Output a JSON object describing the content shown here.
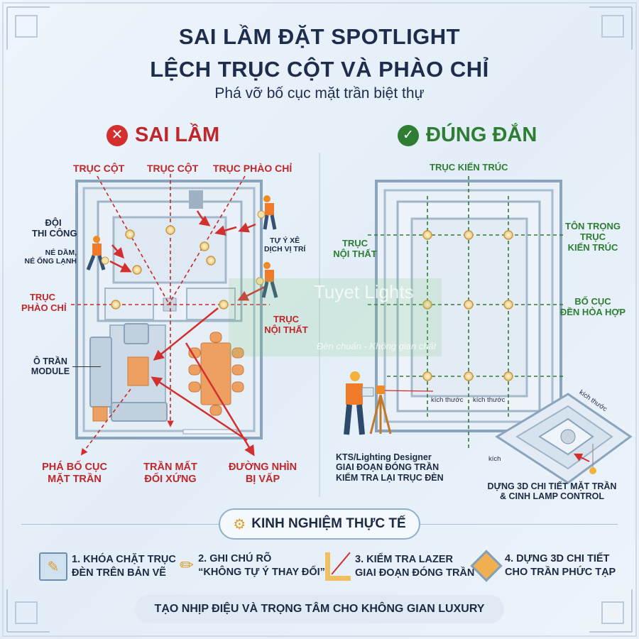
{
  "title": {
    "line1": "SAI LẦM ĐẶT SPOTLIGHT",
    "line2": "LỆCH TRỤC CỘT VÀ PHÀO CHỈ",
    "subtitle": "Phá vỡ bố cục mặt trần biệt thự"
  },
  "wrong": {
    "heading": "SAI LẦM",
    "icon": "x-circle-icon",
    "color": "#c0262a",
    "labels": {
      "axis_column_1": "TRỤC CỘT",
      "axis_column_2": "TRỤC CỘT",
      "axis_molding_top": "TRỤC PHÀO CHỈ",
      "team_1": "ĐỘI",
      "team_2": "THI CÔNG",
      "team_3": "NÉ DẦM,",
      "team_4": "NÉ ỐNG LẠNH",
      "moved_1": "TỰ Ý XÊ",
      "moved_2": "DỊCH VỊ TRÍ",
      "axis_molding_1": "TRỤC",
      "axis_molding_2": "PHÀO CHỈ",
      "axis_interior_1": "TRỤC",
      "axis_interior_2": "NỘI THẤT",
      "module_1": "Ô TRẦN",
      "module_2": "MODULE"
    },
    "outcomes": [
      {
        "l1": "PHÁ BỐ CỤC",
        "l2": "MẶT TRẦN"
      },
      {
        "l1": "TRẦN MẤT",
        "l2": "ĐỐI XỨNG"
      },
      {
        "l1": "ĐƯỜNG NHÌN",
        "l2": "BỊ VẤP"
      }
    ]
  },
  "right": {
    "heading": "ĐÚNG ĐẮN",
    "icon": "check-circle-icon",
    "color": "#2e7d32",
    "labels": {
      "axis_arch": "TRỤC KIẾN TRÚC",
      "interior_1": "TRỤC",
      "interior_2": "NỘI THẤT",
      "respect_1": "TÔN TRỌNG",
      "respect_2": "TRỤC",
      "respect_3": "KIẾN TRÚC",
      "harmony_1": "BỐ CỤC",
      "harmony_2": "ĐỀN HÒA HỢP",
      "dim_1": "kích thước",
      "dim_2": "kích thước",
      "dim_3": "kích thước",
      "dim_4": "kích"
    },
    "designer": {
      "l1": "KTS/Lighting Designer",
      "l2": "GIAI ĐOẠN ĐÓNG TRẦN",
      "l3": "KIỂM TRA LẠI TRỤC ĐÈN"
    },
    "model": {
      "l1": "DỰNG 3D CHI TIẾT MẶT TRẦN",
      "l2": "& CINH LAMP CONTROL"
    }
  },
  "experience": {
    "heading": "KINH NGHIỆM THỰC TẾ",
    "icon": "gear-hand-icon",
    "tips": [
      {
        "icon": "blueprint-pencil-icon",
        "l1": "1. KHÓA CHẶT TRỤC",
        "l2": "ĐÈN TRÊN BẢN VẼ"
      },
      {
        "icon": "pencil-icon",
        "l1": "2. GHI CHÚ RÕ",
        "l2": "“KHÔNG TỰ Ý THAY ĐỔI”"
      },
      {
        "icon": "laser-ruler-icon",
        "l1": "3. KIỂM TRA LAZER",
        "l2": "GIAI ĐOẠN ĐÓNG TRẦN"
      },
      {
        "icon": "3d-cube-icon",
        "l1": "4. DỰNG 3D CHI TIẾT",
        "l2": "CHO TRẦN PHỨC TẠP"
      }
    ]
  },
  "footer": "TẠO NHỊP ĐIỆU VÀ TRỌNG TÂM CHO KHÔNG GIAN LUXURY",
  "watermark": {
    "brand": "Tuyet Lights",
    "tagline": "Đèn chuẩn - Không gian chất"
  },
  "colors": {
    "wrong": "#c0262a",
    "right": "#2e7d32",
    "text": "#1c2a44",
    "light": "#f6e2a8",
    "furniture": "#eea062"
  }
}
